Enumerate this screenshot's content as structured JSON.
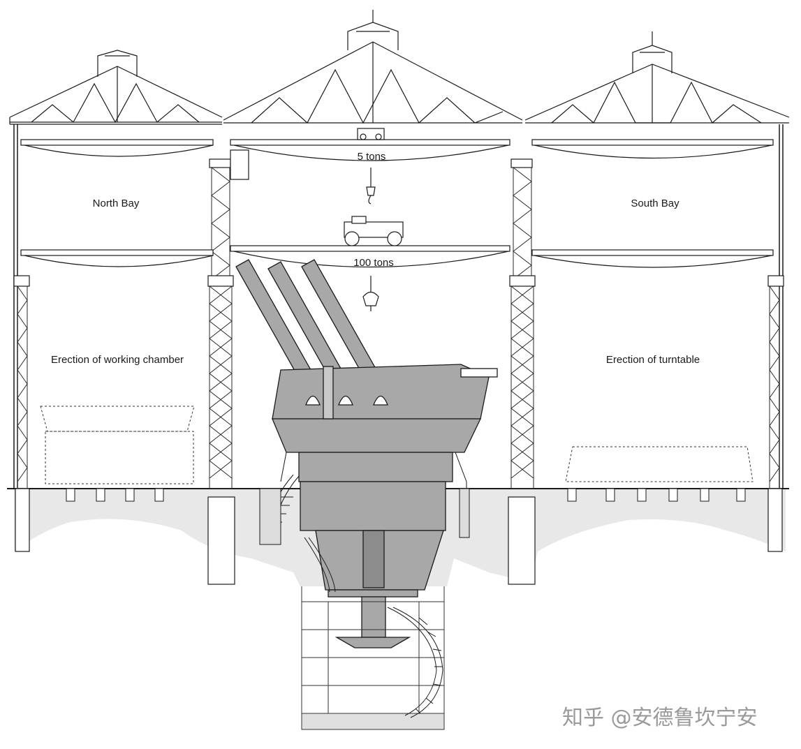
{
  "labels": {
    "north_bay": "North Bay",
    "south_bay": "South Bay",
    "crane_small": "5 tons",
    "crane_large": "100 tons",
    "left_task": "Erection of working chamber",
    "right_task": "Erection of turntable"
  },
  "watermark": "知乎 @安德鲁坎宁安",
  "colors": {
    "line": "#1a1a1a",
    "turret_fill": "#a8a8a8",
    "turret_dark": "#8c8c8c",
    "ground_shade": "#e6e6e6",
    "lattice": "#2a2a2a"
  }
}
